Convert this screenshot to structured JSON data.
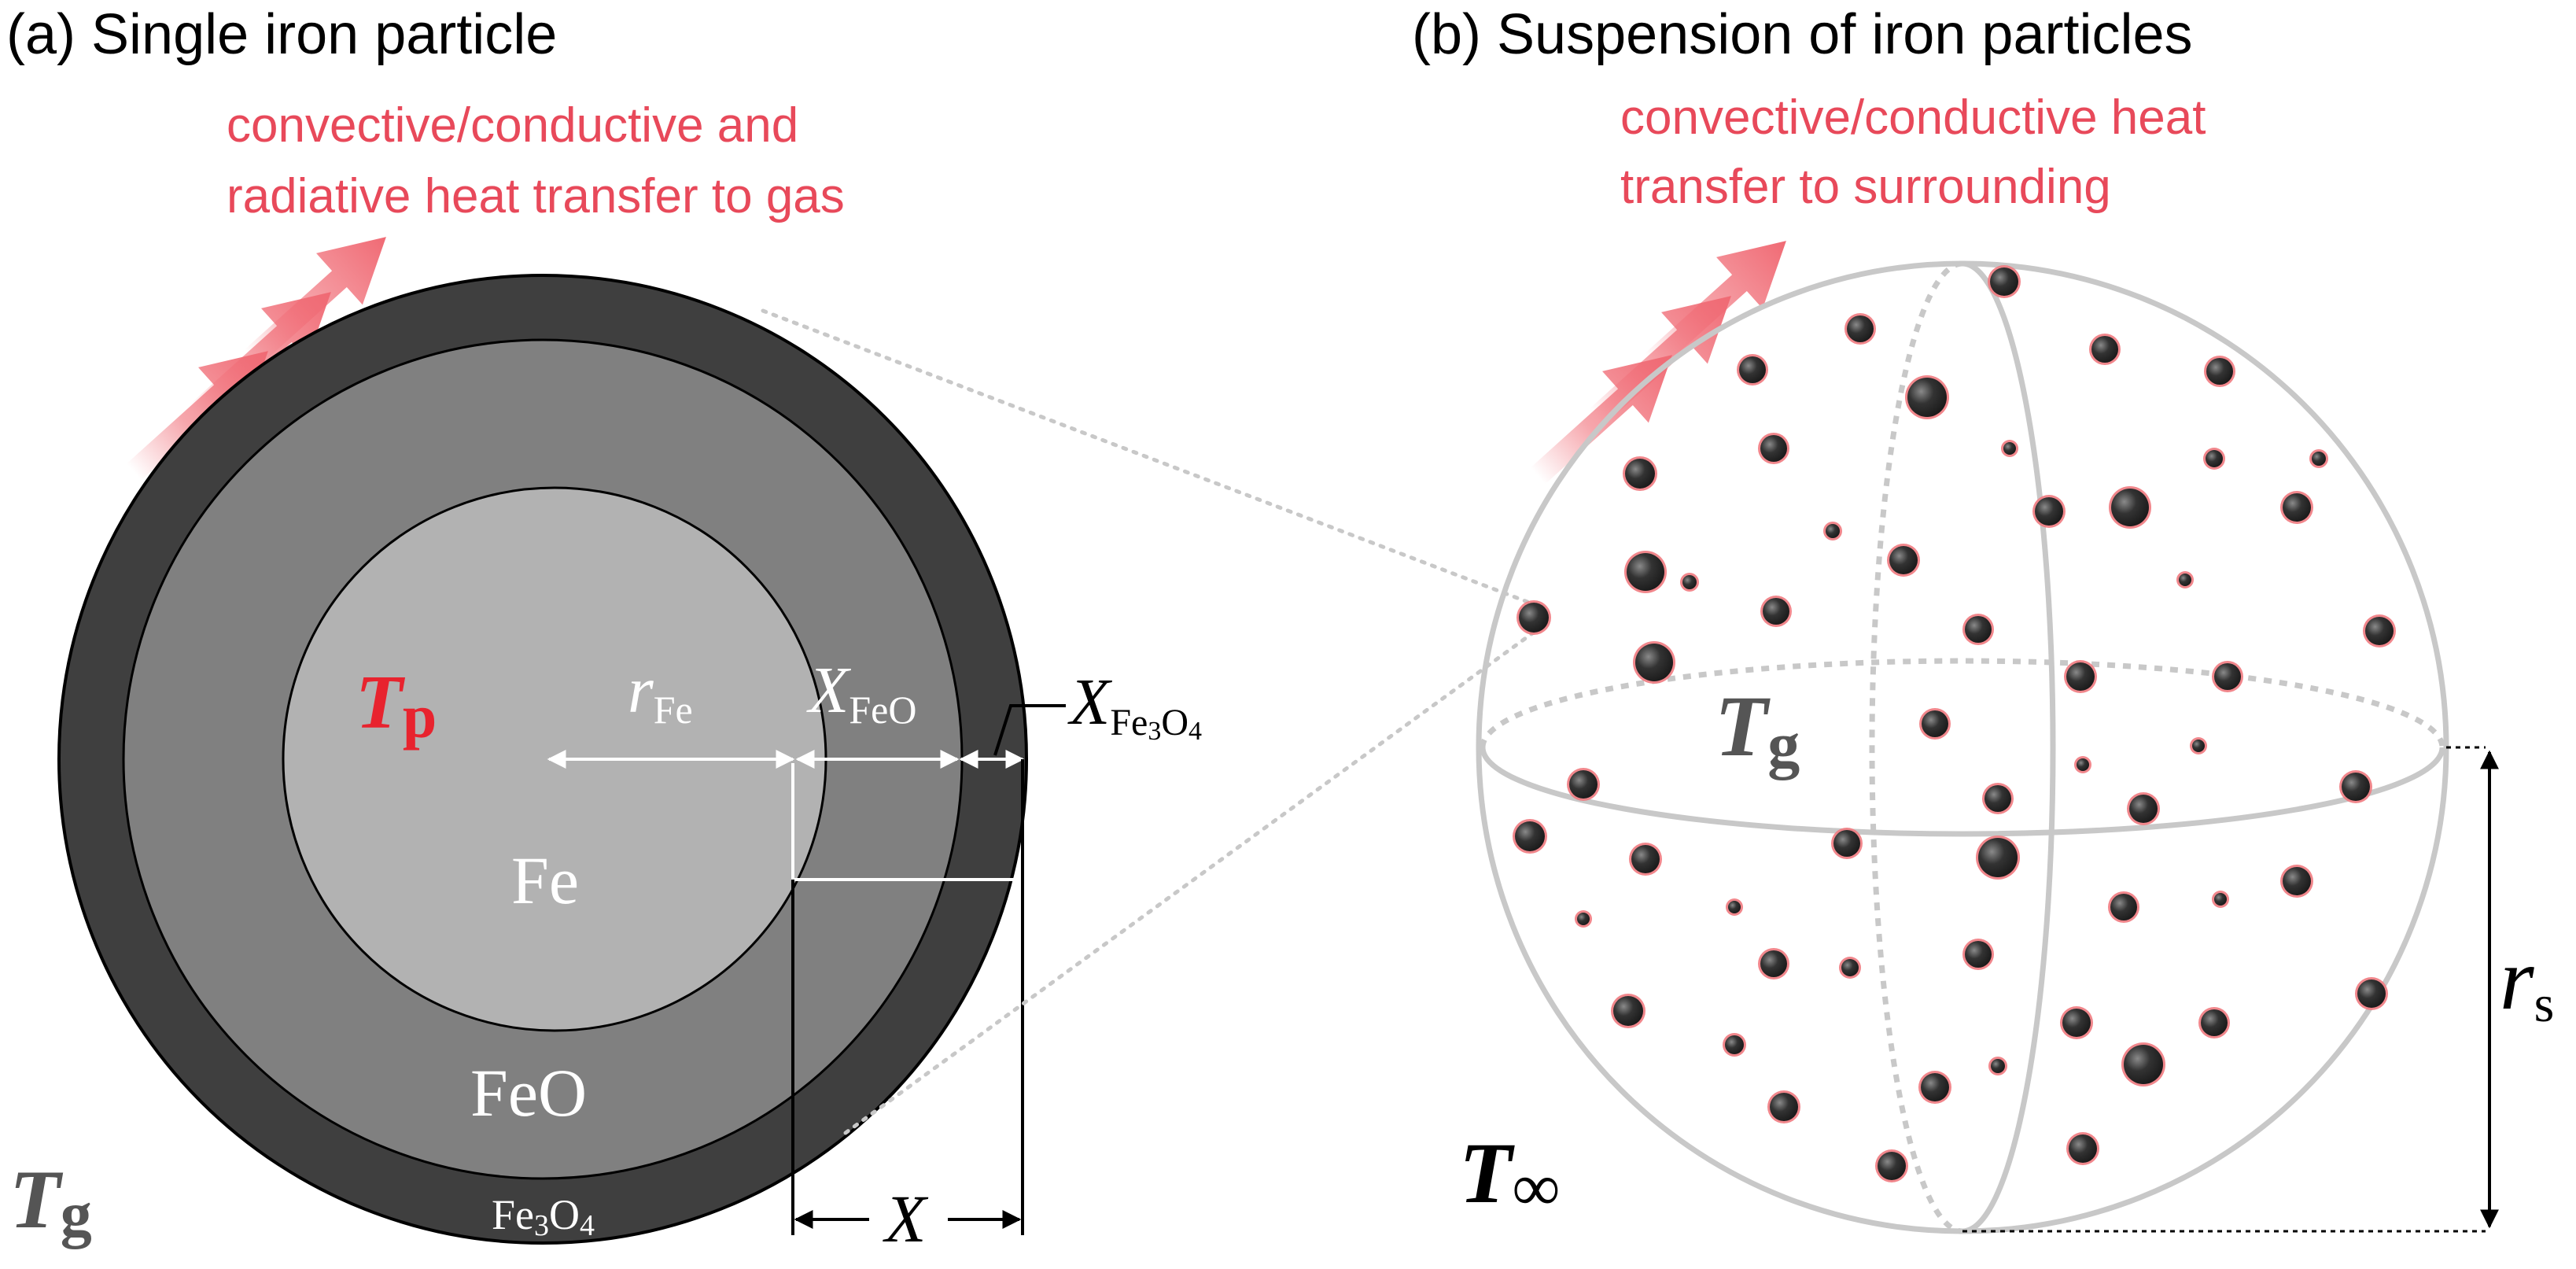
{
  "panel_a": {
    "title": "(a) Single iron particle",
    "heat_line1": "convective/conductive and",
    "heat_line2": "radiative heat transfer to gas",
    "tp_symbol": "T",
    "tp_sub": "p",
    "tg_symbol": "T",
    "tg_sub": "g",
    "core_label": "Fe",
    "middle_label": "FeO",
    "outer_label_base": "Fe",
    "outer_label_n1": "3",
    "outer_label_o": "O",
    "outer_label_n2": "4",
    "r_fe_symbol": "r",
    "r_fe_sub": "Fe",
    "x_feo_symbol": "X",
    "x_feo_sub": "FeO",
    "x_fe3o4_symbol": "X",
    "x_fe3o4_sub_fe": "Fe",
    "x_fe3o4_sub_3": "3",
    "x_fe3o4_sub_o": "O",
    "x_fe3o4_sub_4": "4",
    "x_symbol": "X"
  },
  "panel_b": {
    "title": "(b) Suspension of iron particles",
    "heat_line1": "convective/conductive heat",
    "heat_line2": "transfer to surrounding",
    "tg_symbol": "T",
    "tg_sub": "g",
    "tinf_symbol": "T",
    "tinf_sub": "∞",
    "rs_symbol": "r",
    "rs_sub": "s"
  },
  "colors": {
    "heat_text": "#e8495a",
    "tp_red": "#e8232e",
    "fe_core": "#b2b2b2",
    "feo_layer": "#808080",
    "fe3o4_layer": "#3f3f3f",
    "sphere_outline": "#c8c8c8",
    "particle_fill": "#2b2b2b",
    "particle_glow": "#f07a80",
    "tg_gray": "#555555"
  },
  "icons": {
    "heat_arrow": "heat-arrow-icon",
    "particle": "iron-particle-icon"
  }
}
